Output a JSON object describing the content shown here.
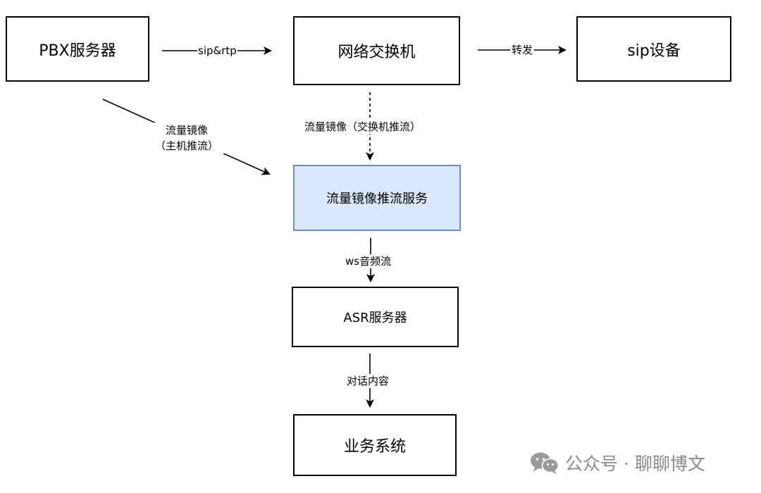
{
  "nodes": {
    "pbx": "PBX服务器",
    "switch": "网络交换机",
    "sip_device": "sip设备",
    "mirror_service": "流量镜像推流服务",
    "asr": "ASR服务器",
    "business": "业务系统"
  },
  "edges": {
    "pbx_to_switch": "sip&rtp",
    "switch_to_sip": "转发",
    "pbx_to_mirror_line1": "流量镜像",
    "pbx_to_mirror_line2": "（主机推流）",
    "switch_to_mirror": "流量镜像（交换机推流）",
    "mirror_to_asr": "ws音频流",
    "asr_to_business": "对话内容"
  },
  "watermark": {
    "icon": "wechat-icon",
    "text": "公众号 · 聊聊博文"
  },
  "colors": {
    "highlight_fill": "#dae8fc",
    "highlight_border": "#6c8ebf",
    "watermark": "#8a8a8a"
  }
}
